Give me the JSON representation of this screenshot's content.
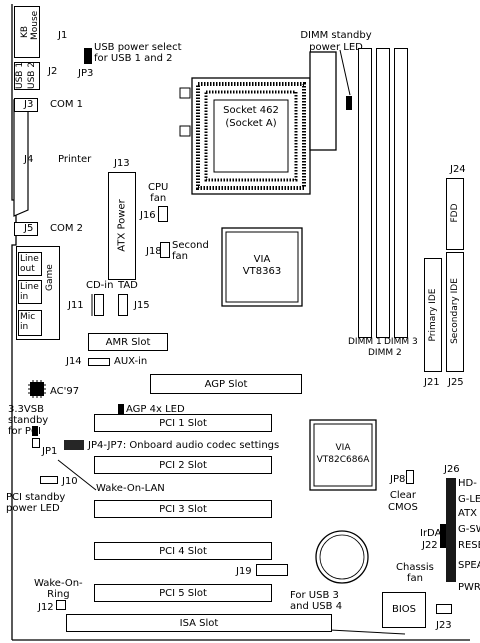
{
  "ports": {
    "j1": "J1",
    "kb": "KB",
    "mouse": "Mouse",
    "j2": "J2",
    "usb1": "USB 1",
    "usb2": "USB 2",
    "usb_power": "USB power select\nfor USB 1 and 2",
    "jp3": "JP3",
    "j3": "J3",
    "com1": "COM 1",
    "j4": "J4",
    "printer": "Printer",
    "j5": "J5",
    "com2": "COM 2",
    "line_out": "Line\nout",
    "line_in": "Line\nin",
    "mic_in": "Mic\nin",
    "game": "Game"
  },
  "cpu": {
    "socket": "Socket 462\n(Socket A)",
    "fan": "CPU\nfan",
    "j16": "J16",
    "j18": "J18",
    "second_fan": "Second\nfan"
  },
  "power": {
    "j13": "J13",
    "atx_power": "ATX Power"
  },
  "dimm": {
    "standby_led": "DIMM standby\npower LED",
    "dimm1": "DIMM 1",
    "dimm2": "DIMM 2",
    "dimm3": "DIMM 3"
  },
  "chips": {
    "vt8363": "VIA\nVT8363",
    "vt82c686a": "VIA\nVT82C686A",
    "ac97": "AC'97",
    "bios": "BIOS"
  },
  "audio_in": {
    "cdin": "CD-in",
    "tad": "TAD",
    "j11": "J11",
    "j15": "J15"
  },
  "slots": {
    "amr": "AMR Slot",
    "agp": "AGP Slot",
    "pci1": "PCI 1 Slot",
    "pci2": "PCI 2 Slot",
    "pci3": "PCI 3 Slot",
    "pci4": "PCI 4 Slot",
    "pci5": "PCI 5 Slot",
    "isa": "ISA Slot"
  },
  "jumpers": {
    "j14": "J14",
    "aux_in": "AUX-in",
    "agp_led": "AGP 4x LED",
    "standby": "3.3VSB\nstandby\nfor PCI",
    "jp1": "JP1",
    "jp4_7": "JP4-JP7: Onboard audio codec settings",
    "j10": "J10",
    "wol": "Wake-On-LAN",
    "pci_led": "PCI standby\npower LED",
    "wake_ring": "Wake-On-\nRing",
    "j12": "J12",
    "j19": "J19",
    "usb34": "For USB 3\nand USB 4",
    "jp8": "JP8",
    "clear_cmos": "Clear\nCMOS"
  },
  "drives": {
    "j24": "J24",
    "fdd": "FDD",
    "primary_ide": "Primary IDE",
    "secondary_ide": "Secondary IDE",
    "j21": "J21",
    "j25": "J25"
  },
  "front": {
    "j26": "J26",
    "hd": "HD-",
    "gle": "G-LE",
    "atx": "ATX",
    "irda": "IrDA",
    "j22": "J22",
    "gsw": "G-SW",
    "rese": "RESE",
    "chassis_fan": "Chassis\nfan",
    "spea": "SPEA",
    "pwr": "PWR",
    "j23": "J23"
  }
}
